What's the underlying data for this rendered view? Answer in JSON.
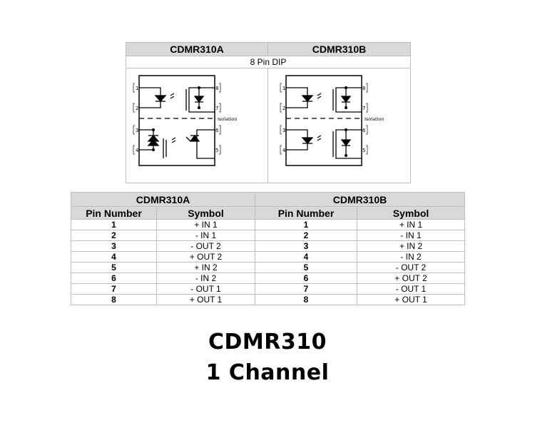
{
  "package": {
    "part_a": "CDMR310A",
    "part_b": "CDMR310B",
    "package_type": "8 Pin DIP",
    "isolation_label": "Isolation",
    "pin_labels": [
      "1",
      "2",
      "3",
      "4",
      "5",
      "6",
      "7",
      "8"
    ]
  },
  "pin_table": {
    "group_a": "CDMR310A",
    "group_b": "CDMR310B",
    "col_pin": "Pin Number",
    "col_symbol": "Symbol",
    "rows": [
      {
        "a_pin": "1",
        "a_sym": "+ IN 1",
        "b_pin": "1",
        "b_sym": "+ IN 1"
      },
      {
        "a_pin": "2",
        "a_sym": "- IN 1",
        "b_pin": "2",
        "b_sym": "- IN 1"
      },
      {
        "a_pin": "3",
        "a_sym": "- OUT 2",
        "b_pin": "3",
        "b_sym": "+ IN 2"
      },
      {
        "a_pin": "4",
        "a_sym": "+ OUT 2",
        "b_pin": "4",
        "b_sym": "- IN 2"
      },
      {
        "a_pin": "5",
        "a_sym": "+ IN 2",
        "b_pin": "5",
        "b_sym": "- OUT 2"
      },
      {
        "a_pin": "6",
        "a_sym": "- IN 2",
        "b_pin": "6",
        "b_sym": "+ OUT 2"
      },
      {
        "a_pin": "7",
        "a_sym": "- OUT 1",
        "b_pin": "7",
        "b_sym": "- OUT 1"
      },
      {
        "a_pin": "8",
        "a_sym": "+ OUT 1",
        "b_pin": "8",
        "b_sym": "+ OUT 1"
      }
    ]
  },
  "title": {
    "line1": "CDMR310",
    "line2": "1 Channel"
  }
}
